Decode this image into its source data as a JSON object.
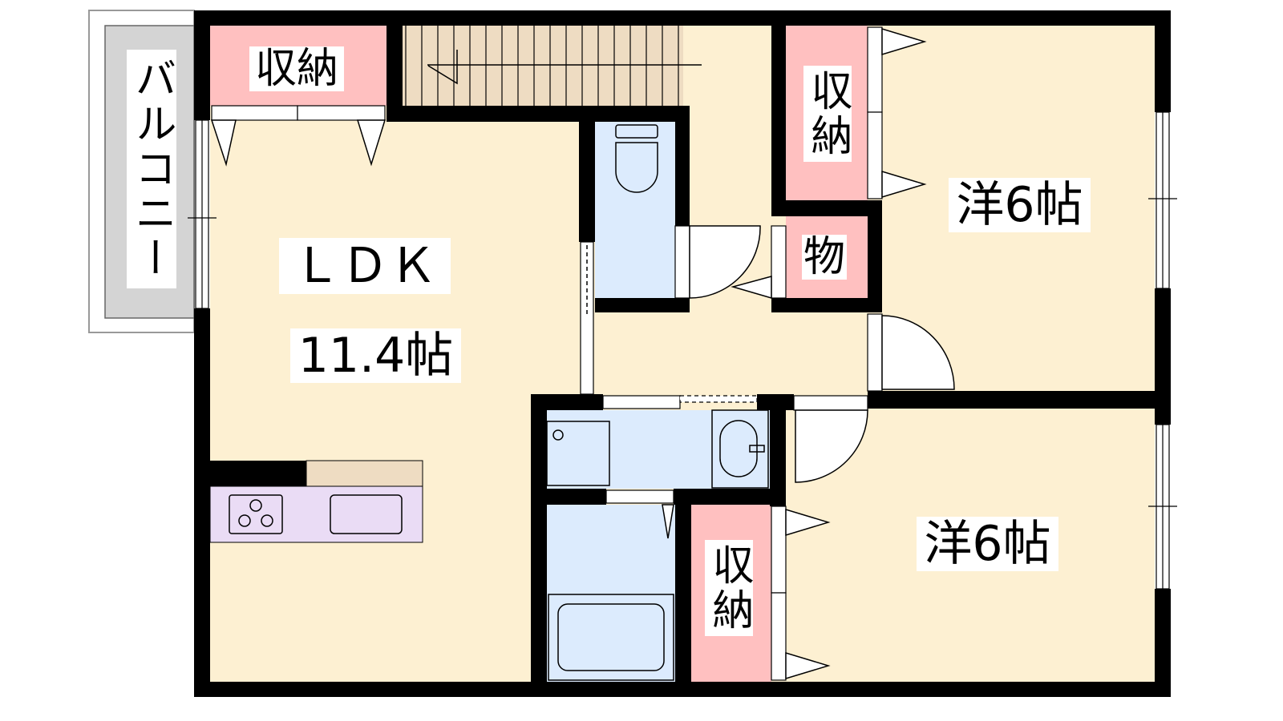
{
  "rooms": {
    "balcony": {
      "label": "バルコニー"
    },
    "ldk": {
      "label": "ＬＤＫ",
      "size": "11.4帖"
    },
    "bedroom_1": {
      "label": "洋6帖"
    },
    "bedroom_2": {
      "label": "洋6帖"
    },
    "storage_top_left": {
      "label": "収納"
    },
    "storage_top_right": {
      "label": "収納"
    },
    "storage_small": {
      "label": "物"
    },
    "storage_bottom": {
      "label": "収納"
    }
  },
  "colors": {
    "floor": "#fdf0d2",
    "storage": "#ffc0c0",
    "wet_area": "#dcebfd",
    "stairs": "#eedcc2",
    "kitchen": "#eadcf5",
    "balcony": "#d4d4d4",
    "wall": "#000000"
  }
}
